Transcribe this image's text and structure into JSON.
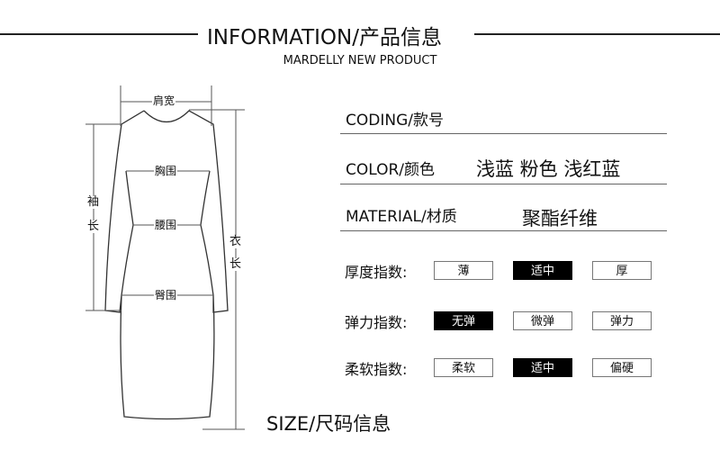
{
  "header": {
    "title": "INFORMATION/产品信息",
    "subtitle": "MARDELLY NEW PRODUCT"
  },
  "fields": [
    {
      "label": "CODING/款号",
      "value": ""
    },
    {
      "label": "COLOR/颜色",
      "value": "浅蓝 粉色 浅红蓝"
    },
    {
      "label": "MATERIAL/材质",
      "value": "聚酯纤维"
    }
  ],
  "indices": [
    {
      "label": "厚度指数:",
      "options": [
        "薄",
        "适中",
        "厚"
      ],
      "selected": 1
    },
    {
      "label": "弹力指数:",
      "options": [
        "无弹",
        "微弹",
        "弹力"
      ],
      "selected": 0
    },
    {
      "label": "柔软指数:",
      "options": [
        "柔软",
        "适中",
        "偏硬"
      ],
      "selected": 1
    }
  ],
  "diagram": {
    "shoulder": "肩宽",
    "chest": "胸围",
    "waist": "腰围",
    "hip": "臀围",
    "sleeve_1": "袖",
    "sleeve_2": "长",
    "length_1": "衣",
    "length_2": "长"
  },
  "footer": {
    "size_title": "SIZE/尺码信息"
  }
}
